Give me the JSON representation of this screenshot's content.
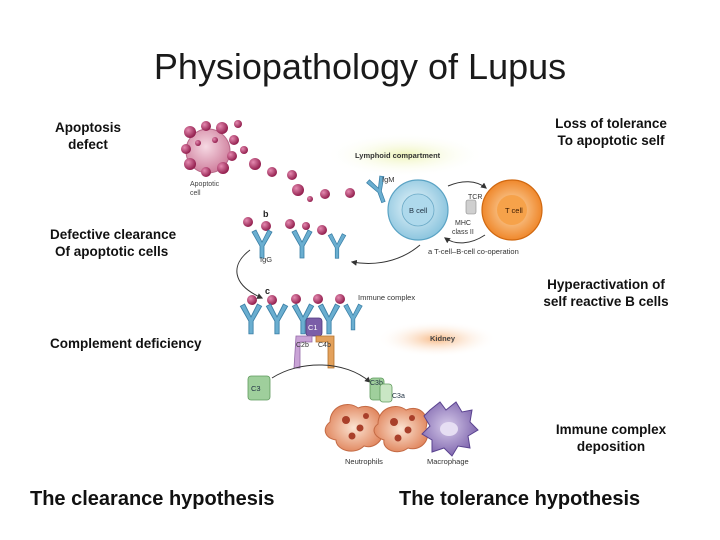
{
  "title": "Physiopathology of Lupus",
  "left_labels": {
    "apoptosis": [
      "Apoptosis",
      "defect"
    ],
    "defective_clearance": [
      "Defective clearance",
      "Of apoptotic cells"
    ],
    "complement": "Complement deficiency"
  },
  "right_labels": {
    "loss_tolerance": [
      "Loss of tolerance",
      "To apoptotic self"
    ],
    "hyperactivation": [
      "Hyperactivation of",
      "self reactive B cells"
    ],
    "immune_complex": [
      "Immune complex",
      "deposition"
    ]
  },
  "footer": {
    "clearance": "The clearance hypothesis",
    "tolerance": "The tolerance hypothesis"
  },
  "diagram": {
    "apoptotic_cell": [
      "Apoptotic",
      "cell"
    ],
    "lymphoid": "Lymphoid compartment",
    "igm": "IgM",
    "b_cell": "B cell",
    "t_cell": "T cell",
    "tcr": "TCR",
    "mhc": [
      "MHC",
      "class II"
    ],
    "cooperation": "a T-cell–B-cell co-operation",
    "panel_b": "b",
    "panel_c": "c",
    "igg": "IgG",
    "immune_complex": "Immune complex",
    "kidney": "Kidney",
    "c1": "C1",
    "c2b": "C2b",
    "c4b": "C4b",
    "c3": "C3",
    "c3b": "C3b",
    "c3a": "C3a",
    "neutrophils": "Neutrophils",
    "macrophage": "Macrophage"
  },
  "colors": {
    "bleb": "#a01e55",
    "apoptotic_body": "#d58aa6",
    "antibody": "#6aaed0",
    "b_cell": "#9ccfe6",
    "t_cell": "#f08a28",
    "complement_c1": "#7b5ea8",
    "complement_c2b": "#c9a3d6",
    "complement_c4b": "#e3a15c",
    "complement_c3": "#9fcf9c",
    "neutrophil": "#e8916e",
    "macrophage": "#8a72b8"
  }
}
